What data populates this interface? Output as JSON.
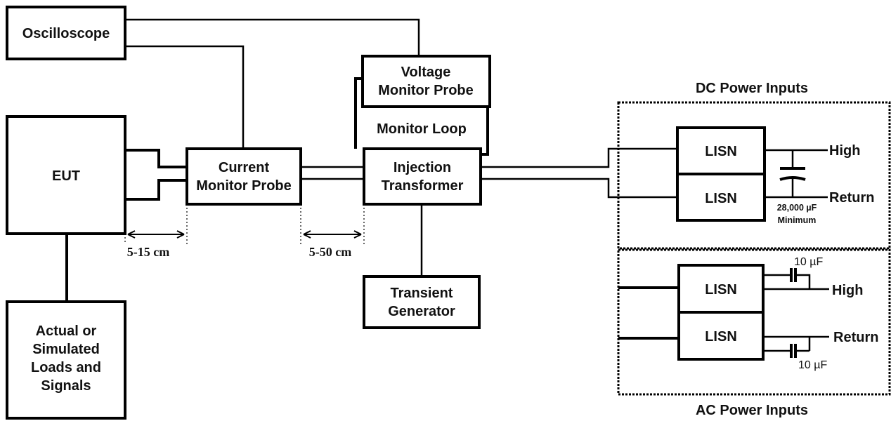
{
  "blocks": {
    "oscilloscope": "Oscilloscope",
    "voltage_probe": [
      "Voltage",
      "Monitor Probe"
    ],
    "monitor_loop": "Monitor Loop",
    "eut": "EUT",
    "current_probe": [
      "Current",
      "Monitor Probe"
    ],
    "injection_transformer": [
      "Injection",
      "Transformer"
    ],
    "transient_generator": [
      "Transient",
      "Generator"
    ],
    "loads": [
      "Actual or",
      "Simulated",
      "Loads and",
      "Signals"
    ]
  },
  "dimensions": {
    "eut_to_probe": "5-15 cm",
    "probe_to_transformer": "5-50 cm"
  },
  "dc_section": {
    "title": "DC Power Inputs",
    "lisn_top": "LISN",
    "lisn_bottom": "LISN",
    "high": "High",
    "return": "Return",
    "capacitor_value": "28,000 µF",
    "capacitor_note": "Minimum"
  },
  "ac_section": {
    "title": "AC Power Inputs",
    "lisn_top": "LISN",
    "lisn_bottom": "LISN",
    "high": "High",
    "return": "Return",
    "cap_top": "10 µF",
    "cap_bottom": "10 µF"
  }
}
